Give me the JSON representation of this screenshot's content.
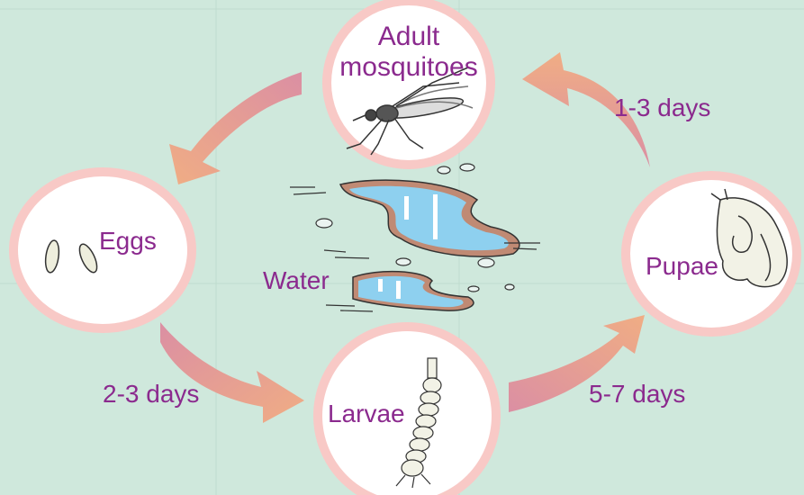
{
  "stages": {
    "adult": "Adult mosquitoes",
    "adult_line1": "Adult",
    "adult_line2": "mosquitoes",
    "eggs": "Eggs",
    "larvae": "Larvae",
    "pupae": "Pupae"
  },
  "center_label": "Water",
  "durations": {
    "eggs_to_larvae": "2-3 days",
    "larvae_to_pupae": "5-7 days",
    "pupae_to_adult": "1-3 days"
  },
  "icons": [
    "mosquito-icon",
    "eggs-icon",
    "larva-icon",
    "pupa-icon",
    "water-puddle-icon",
    "cycle-arrow-icon"
  ],
  "colors": {
    "background": "#cfe8dc",
    "label_text": "#8b2a8e",
    "circle_fill": "#ffffff",
    "circle_ring": "#f8c9c6",
    "arrow_start": "#db8fa3",
    "arrow_end": "#f0ad84",
    "water": "#8ed0ef",
    "puddle_rim": "#c08a74"
  }
}
